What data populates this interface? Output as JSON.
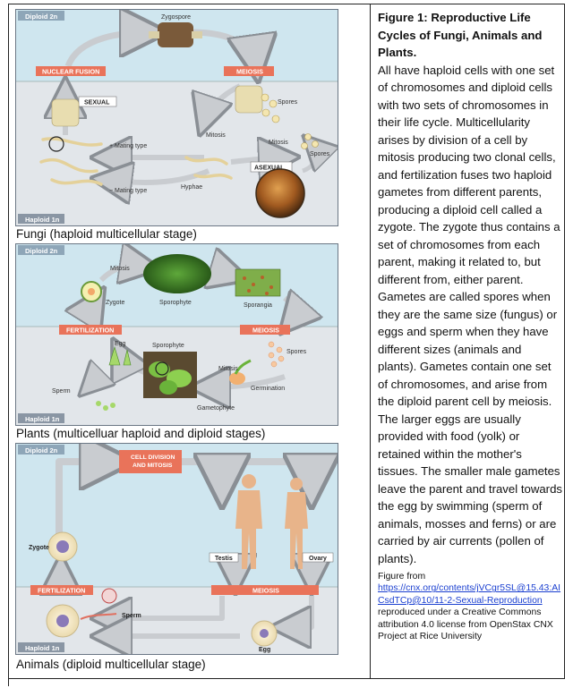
{
  "caption": {
    "title": "Figure 1: Reproductive Life Cycles of Fungi, Animals and Plants.",
    "body": "All have haploid cells with one set of chromosomes and diploid cells with two sets of chromosomes in their life cycle. Multicellularity arises by division of a cell by mitosis producing two clonal cells, and fertilization fuses two haploid gametes from different parents, producing a diploid cell called a zygote. The zygote thus contains a set of chromosomes from each parent, making it related to, but different from, either parent. Gametes are called spores when they are the same size (fungus) or eggs and sperm when they have different sizes (animals and plants). Gametes contain one set of chromosomes, and arise from the diploid parent cell by meiosis. The larger eggs are usually provided with food (yolk) or retained within the mother's tissues. The smaller male gametes leave the parent and travel towards the egg by swimming (sperm of animals, mosses and ferns) or are carried by air currents (pollen of plants).",
    "credit_prefix": "Figure from",
    "credit_link": "https://cnx.org/contents/jVCgr5SL@15.43:AICsdTCp@10/11-2-Sexual-Reproduction",
    "credit_suffix": "reproduced under a Creative Commons attribution 4.0 license from OpenStax CNX Project at Rice University"
  },
  "fungi": {
    "caption": "Fungi (haploid multicellular stage)",
    "diploid": "Diploid 2n",
    "haploid": "Haploid 1n",
    "zygospore": "Zygospore",
    "nuclear_fusion": "NUCLEAR FUSION",
    "meiosis": "MEIOSIS",
    "sexual": "SEXUAL",
    "spores1": "Spores",
    "mitosis": "Mitosis",
    "mitosis2": "Mitosis",
    "asexual": "ASEXUAL",
    "spores2": "Spores",
    "plus_mating": "+ Mating type",
    "minus_mating": "− Mating type",
    "hyphae": "Hyphae"
  },
  "plants": {
    "caption": "Plants (multicelluar haploid and diploid stages)",
    "diploid": "Diploid 2n",
    "haploid": "Haploid 1n",
    "mitosis_top": "Mitosis",
    "zygote": "Zygote",
    "sporophyte": "Sporophyte",
    "sporangia": "Sporangia",
    "fertilization": "FERTILIZATION",
    "meiosis": "MEIOSIS",
    "egg": "Egg",
    "sporophyte2": "Sporophyte",
    "spores": "Spores",
    "mitosis_bottom": "Mitosis",
    "sperm": "Sperm",
    "germination": "Germination",
    "gametophyte": "Gametophyte"
  },
  "animals": {
    "caption": "Animals (diploid multicellular stage)",
    "diploid": "Diploid 2n",
    "haploid": "Haploid 1n",
    "cell_division": "CELL DIVISION AND MITOSIS",
    "zygote": "Zygote",
    "testis": "Testis",
    "ovary": "Ovary",
    "fertilization": "FERTILIZATION",
    "meiosis": "MEIOSIS",
    "sperm": "Sperm",
    "egg": "Egg"
  },
  "colors": {
    "diploid_bg": "#cfe6ef",
    "haploid_bg": "#e2e6ea",
    "red_box": "#e9735a",
    "arrow": "#c9ccd0"
  }
}
